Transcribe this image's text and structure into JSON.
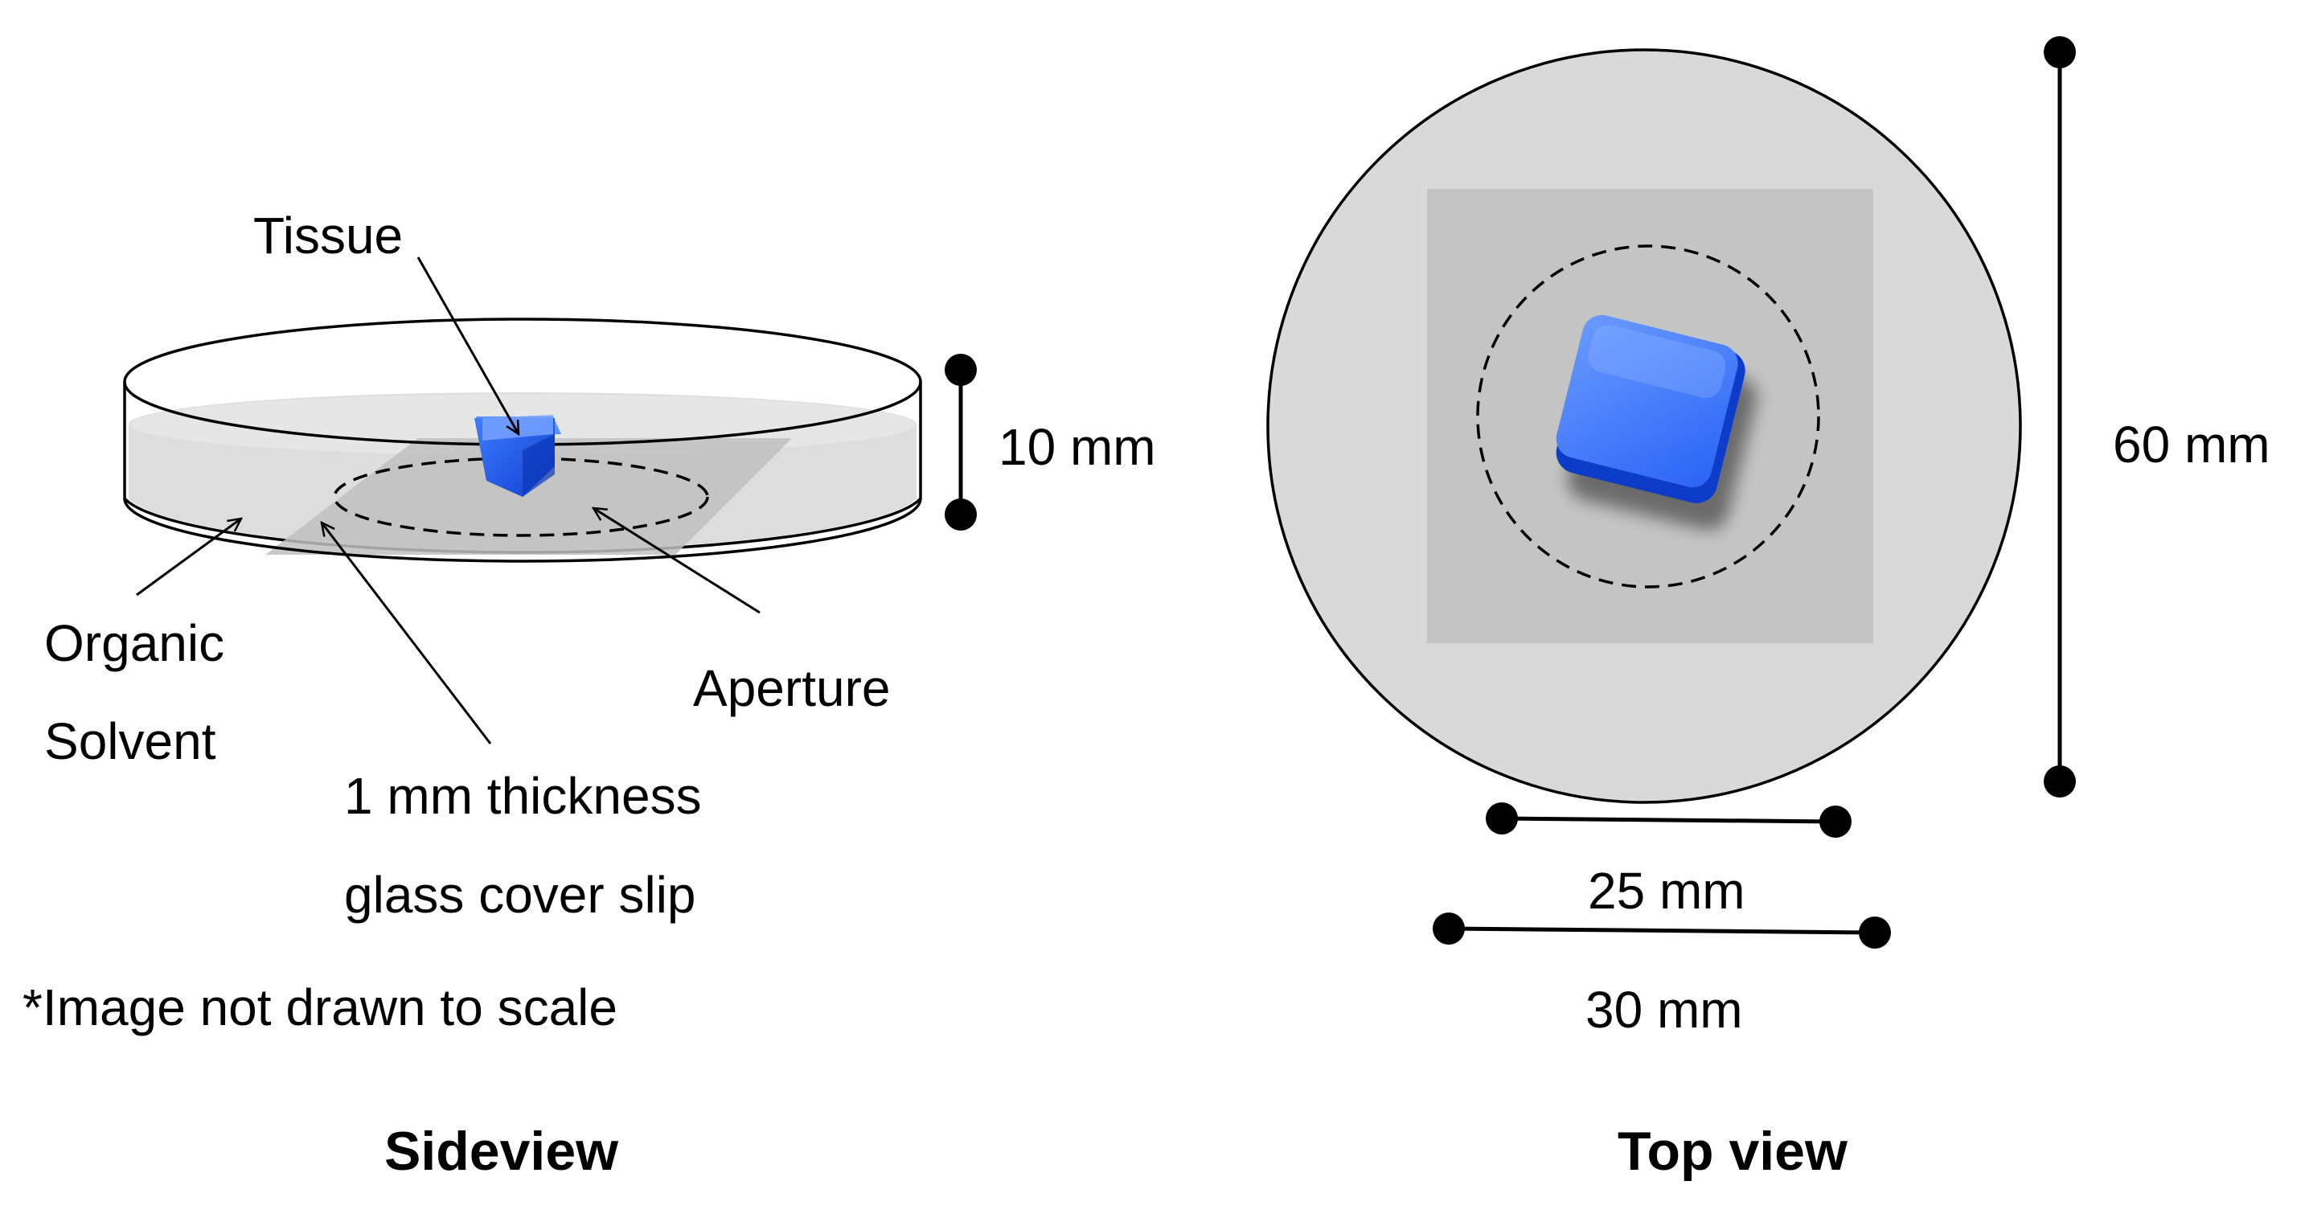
{
  "colors": {
    "dish_fill": "#ffffff",
    "solvent_fill": "#d9d9d9",
    "cover_slip_fill": "#c4c4c4",
    "plate_fill": "#d9d9d9",
    "tissue": "#1a5cf0",
    "stroke": "#000000"
  },
  "icons": {
    "tissue": "blue-cube",
    "dimension_marker": "black-dot"
  },
  "sideview": {
    "title": "Sideview",
    "labels": {
      "tissue": "Tissue",
      "height": "10 mm",
      "organic_line1": "Organic",
      "organic_line2": "Solvent",
      "aperture": "Aperture",
      "coverslip_line1": "1 mm thickness",
      "coverslip_line2": "glass cover slip"
    },
    "note": "*Image not drawn to scale"
  },
  "topview": {
    "title": "Top view",
    "labels": {
      "diameter": "60 mm",
      "aperture_width": "25 mm",
      "coverslip_width": "30 mm"
    }
  }
}
